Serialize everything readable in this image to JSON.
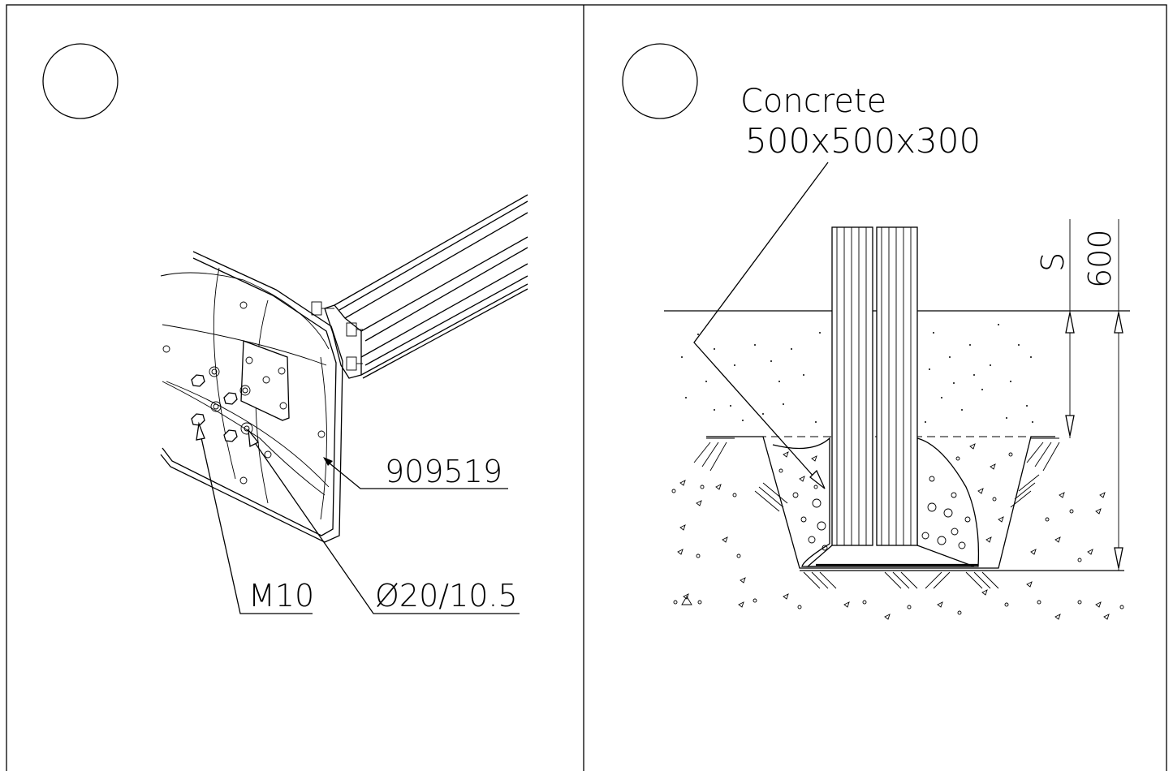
{
  "panels": {
    "left": {
      "part_number": "909519",
      "bolt_label": "M10",
      "washer_label": "Ø20/10.5"
    },
    "right": {
      "material_label": "Concrete",
      "size_label": "500x500x300",
      "dim_small": "S",
      "dim_large": "600"
    }
  },
  "colors": {
    "line": "#000000",
    "background": "#ffffff"
  }
}
